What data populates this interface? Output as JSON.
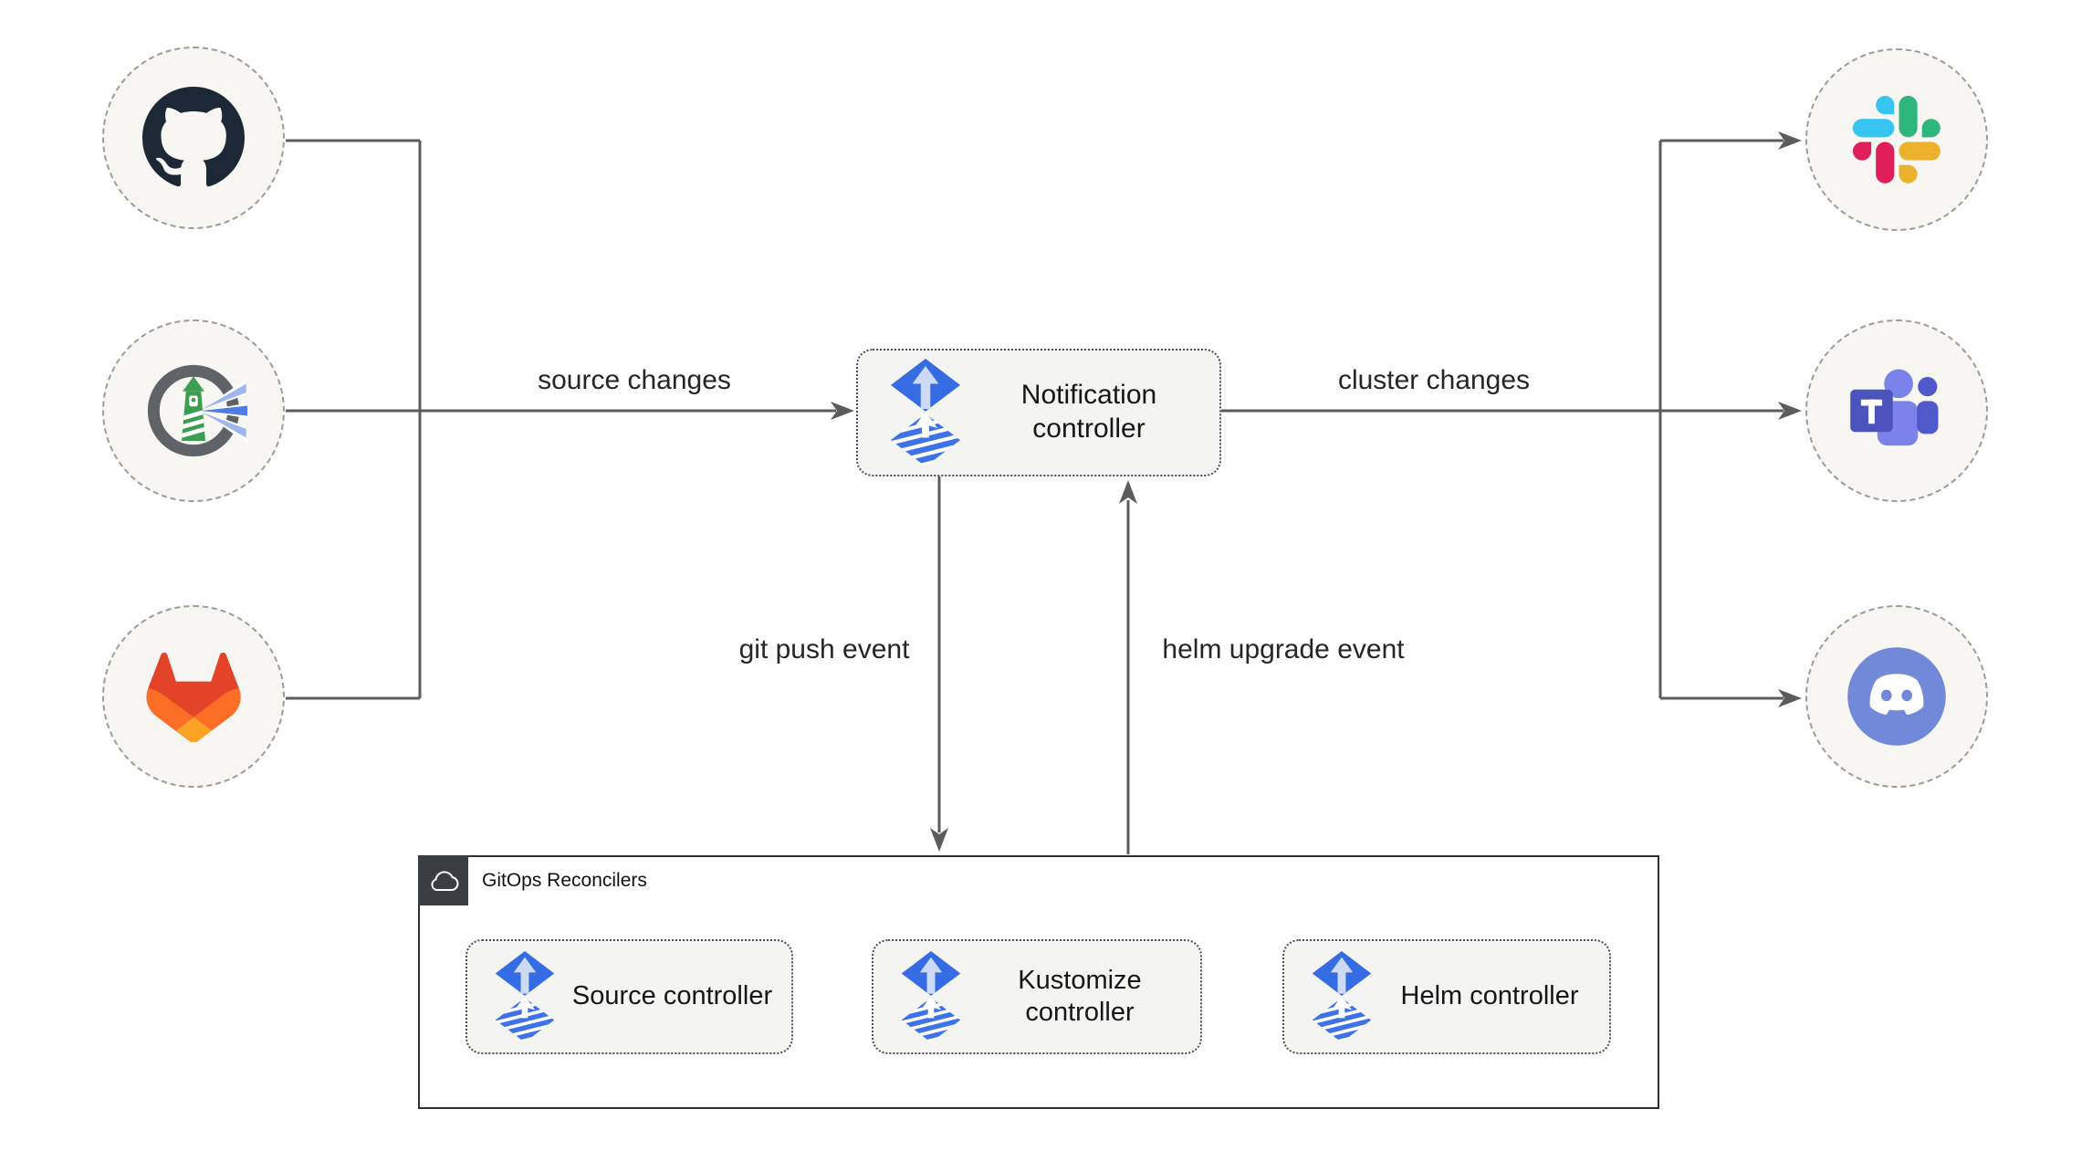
{
  "diagram": {
    "title_hint": "Flux notification controller flow",
    "sources": [
      {
        "icon": "github-icon"
      },
      {
        "icon": "harbor-icon"
      },
      {
        "icon": "gitlab-icon"
      }
    ],
    "targets": [
      {
        "icon": "slack-icon"
      },
      {
        "icon": "microsoft-teams-icon"
      },
      {
        "icon": "discord-icon"
      }
    ],
    "notification": {
      "label": "Notification controller",
      "icon": "flux-icon"
    },
    "edges": {
      "source_changes": "source changes",
      "cluster_changes": "cluster changes",
      "git_push_event": "git push event",
      "helm_upgrade_event": "helm upgrade event"
    },
    "reconcilers": {
      "title": "GitOps Reconcilers",
      "icon": "cloud-icon",
      "items": [
        {
          "label": "Source controller",
          "icon": "flux-icon"
        },
        {
          "label": "Kustomize controller",
          "icon": "flux-icon"
        },
        {
          "label": "Helm controller",
          "icon": "flux-icon"
        }
      ]
    },
    "colors": {
      "flux_blue": "#356ce4",
      "wire_gray": "#5c5c5c",
      "node_fill": "#f7f6f2",
      "box_fill": "#f4f4f2",
      "container_border": "#2f2f2f",
      "slack": [
        "#36C5F0",
        "#2EB67D",
        "#ECB22E",
        "#E01E5A"
      ],
      "gitlab": [
        "#e24329",
        "#fc6d26",
        "#fca326"
      ],
      "teams_purple": "#4b53bc",
      "discord_blurple": "#7289da",
      "github_dark": "#1c2836",
      "harbor_green": "#3c9e4f"
    }
  }
}
